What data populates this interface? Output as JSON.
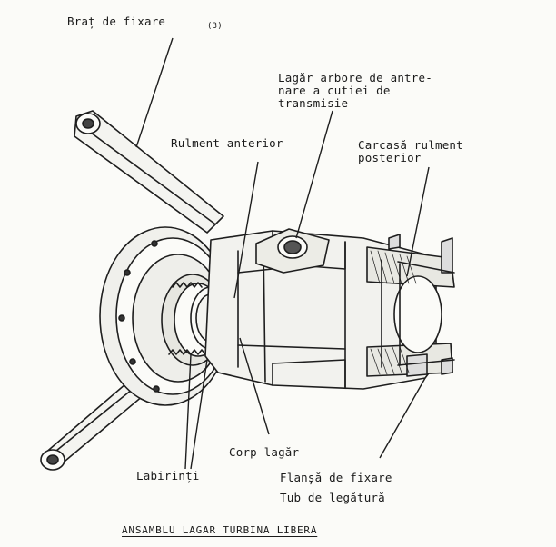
{
  "figure_number": "(3)",
  "title": "ANSAMBLU LAGAR TURBINA LIBERA",
  "labels": {
    "brat_de_fixare": "Braț de fixare",
    "lagar_line1": "Lagăr arbore de antre-",
    "lagar_line2": "nare a cutiei de",
    "lagar_line3": "transmisie",
    "rulment_anterior": "Rulment anterior",
    "carcasa_line1": "Carcasă rulment",
    "carcasa_line2": "posterior",
    "corp_lagar": "Corp lagăr",
    "labirinti": "Labirinți",
    "flansa_de_fixare": "Flanșă de fixare",
    "tub_de_legatura": "Tub de legătură"
  }
}
